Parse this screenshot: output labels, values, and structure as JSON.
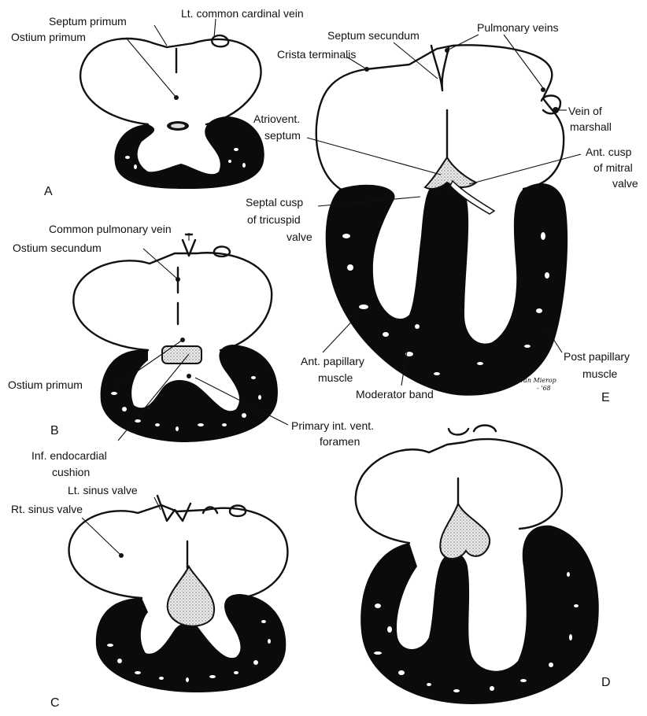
{
  "figure": {
    "panels": {
      "A": "A",
      "B": "B",
      "C": "C",
      "D": "D",
      "E": "E"
    },
    "labels": {
      "septum_primum": "Septum primum",
      "ostium_primum_a": "Ostium primum",
      "lt_common_cardinal_vein": "Lt. common cardinal vein",
      "common_pulmonary_vein": "Common pulmonary vein",
      "ostium_secundum": "Ostium secundum",
      "ostium_primum_b": "Ostium primum",
      "primary_int_vent_1": "Primary int. vent.",
      "primary_int_vent_2": "foramen",
      "inf_endocardial_1": "Inf. endocardial",
      "inf_endocardial_2": "cushion",
      "lt_sinus_valve": "Lt. sinus valve",
      "rt_sinus_valve": "Rt. sinus valve",
      "septum_secundum": "Septum secundum",
      "pulmonary_veins": "Pulmonary veins",
      "crista_terminalis": "Crista terminalis",
      "vein_of_marshall_1": "Vein of",
      "vein_of_marshall_2": "marshall",
      "atriovent_septum_1": "Atriovent.",
      "atriovent_septum_2": "septum",
      "ant_cusp_mitral_1": "Ant. cusp",
      "ant_cusp_mitral_2": "of mitral",
      "ant_cusp_mitral_3": "valve",
      "septal_cusp_1": "Septal cusp",
      "septal_cusp_2": "of tricuspid",
      "septal_cusp_3": "valve",
      "ant_papillary_1": "Ant. papillary",
      "ant_papillary_2": "muscle",
      "moderator_band": "Moderator band",
      "post_papillary_1": "Post papillary",
      "post_papillary_2": "muscle"
    },
    "signature": {
      "line1": "Van Mierop",
      "line2": "- '68"
    }
  }
}
